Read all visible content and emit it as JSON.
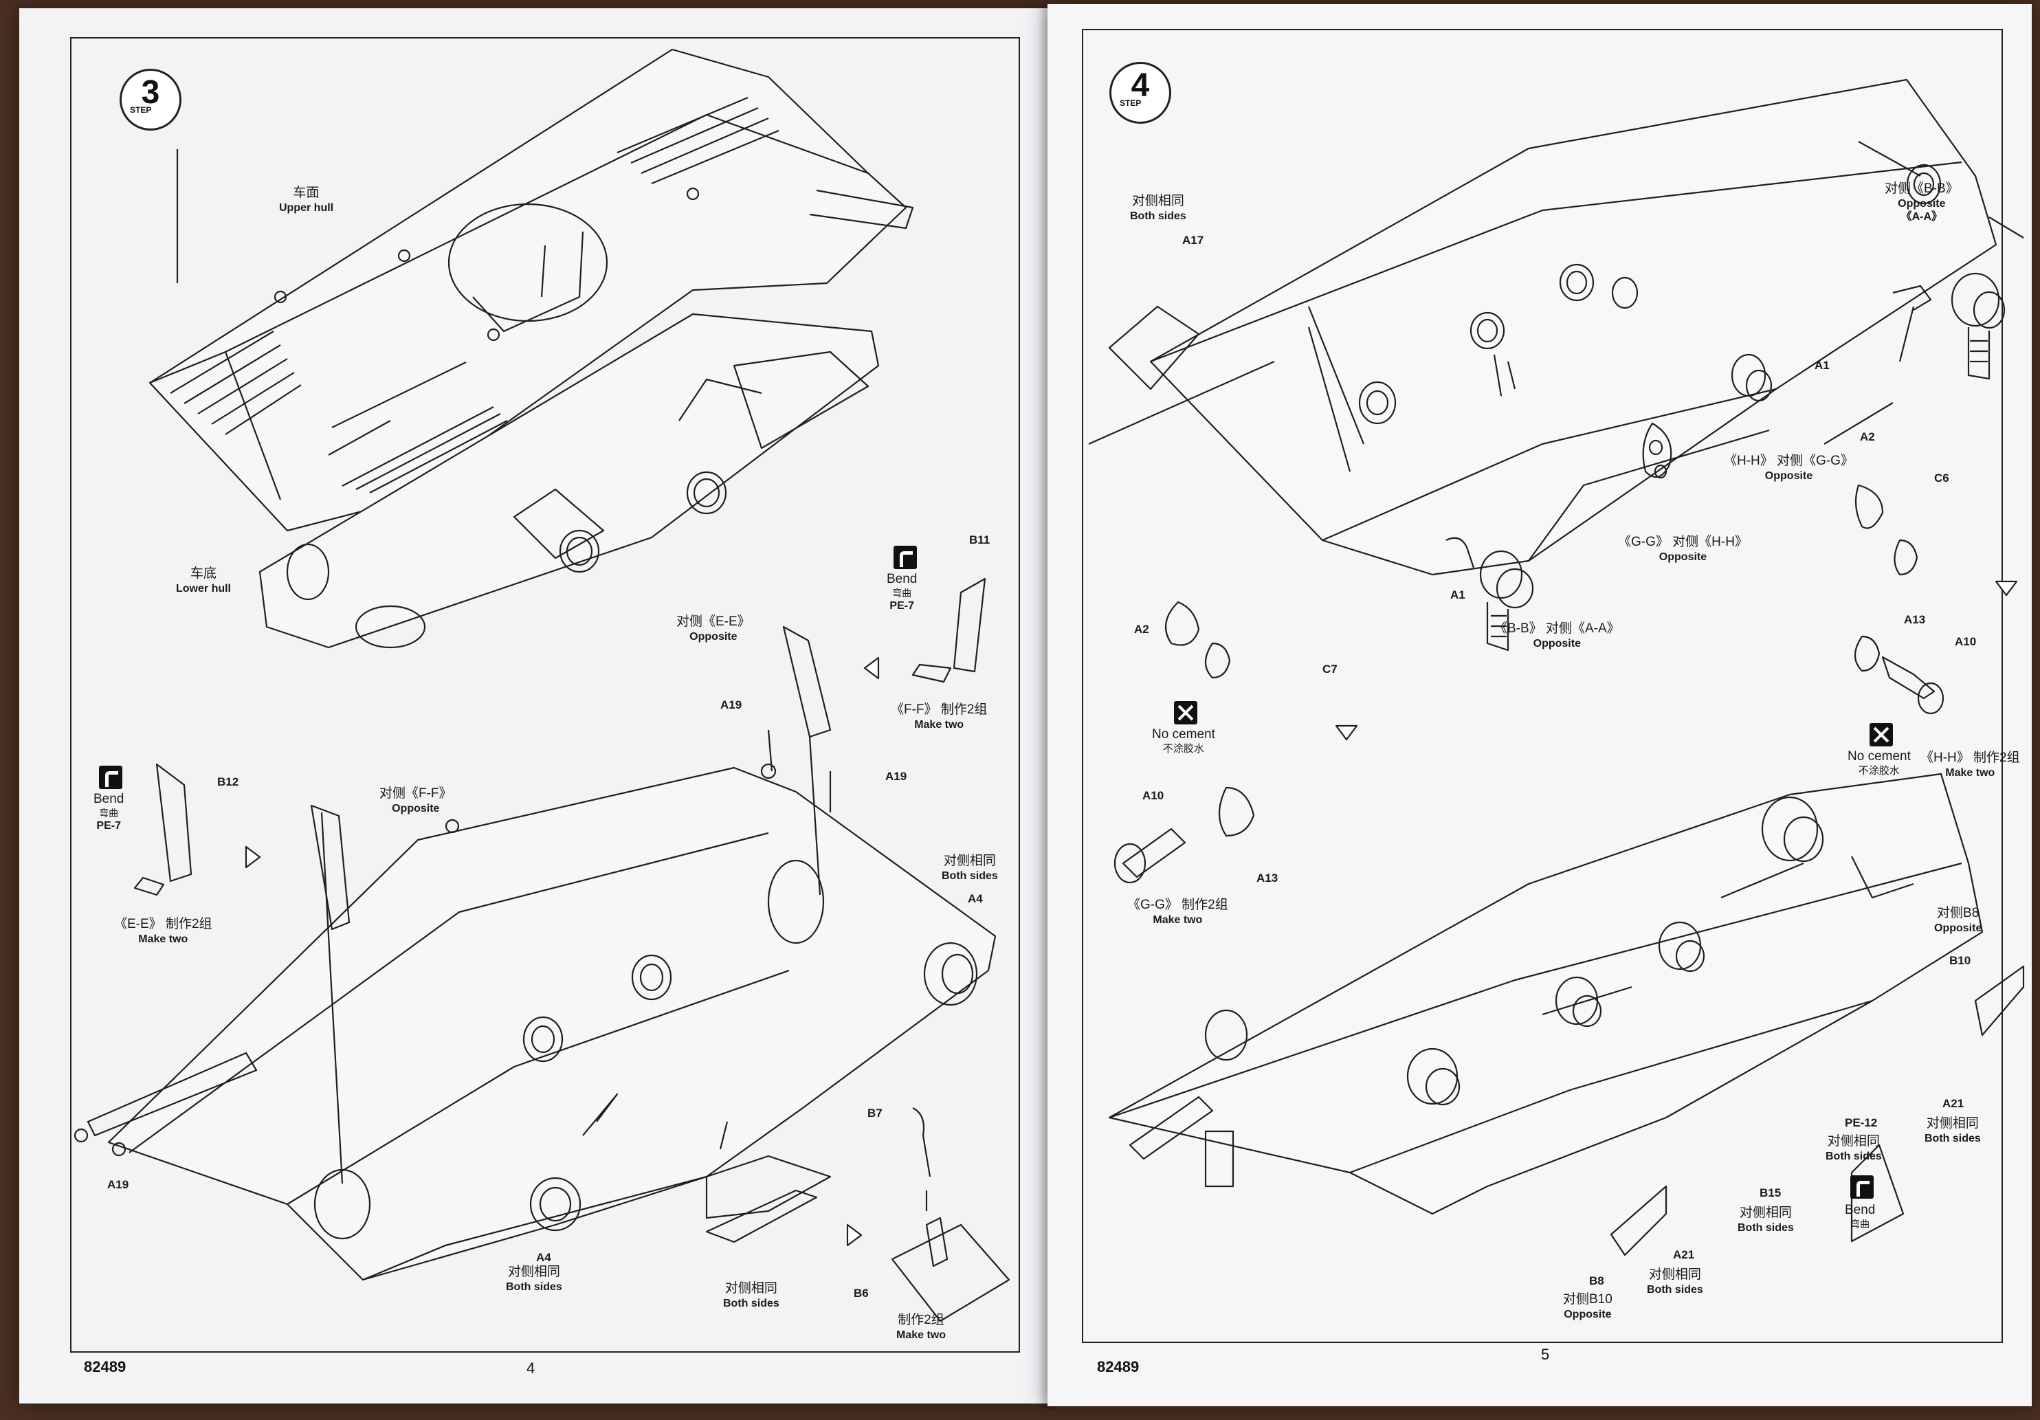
{
  "left_page": {
    "step": {
      "number": "3",
      "word": "STEP"
    },
    "labels": {
      "upper_hull": {
        "cn": "车面",
        "en": "Upper hull"
      },
      "lower_hull": {
        "cn": "车底",
        "en": "Lower hull"
      },
      "ee_opposite": {
        "cn": "对侧《E-E》",
        "en": "Opposite"
      },
      "ff_opposite": {
        "cn": "对侧《F-F》",
        "en": "Opposite"
      },
      "ff_make_two": {
        "cn": "《F-F》 制作2组",
        "en": "Make two"
      },
      "ee_make_two": {
        "cn": "《E-E》 制作2组",
        "en": "Make two"
      },
      "both_sides_a4": {
        "cn": "对侧相同",
        "en": "Both sides"
      },
      "both_sides_bottom_a4": {
        "cn": "对侧相同",
        "en": "Both sides"
      },
      "both_sides_bottom_mid": {
        "cn": "对侧相同",
        "en": "Both sides"
      },
      "b6_make_two": {
        "cn": "制作2组",
        "en": "Make two"
      }
    },
    "bend_notes": [
      {
        "en": "Bend",
        "cn": "弯曲",
        "part": "PE-7"
      },
      {
        "en": "Bend",
        "cn": "弯曲",
        "part": "PE-7"
      }
    ],
    "parts": {
      "b11": "B11",
      "b12": "B12",
      "a19_top": "A19",
      "a19_right": "A19",
      "a19_bottom": "A19",
      "a4_right": "A4",
      "a4_bottom": "A4",
      "b7": "B7",
      "b6": "B6"
    },
    "footer": {
      "code": "82489",
      "page": "4"
    }
  },
  "right_page": {
    "step": {
      "number": "4",
      "word": "STEP"
    },
    "labels": {
      "both_sides_a17": {
        "cn": "对侧相同",
        "en": "Both sides"
      },
      "bb_opposite": {
        "cn": "对侧《B-B》",
        "en": "Opposite",
        "sub": "《A-A》"
      },
      "hh_gg_opposite": {
        "cn": "《H-H》 对侧《G-G》",
        "en": "Opposite"
      },
      "gg_hh_opposite": {
        "cn": "《G-G》 对侧《H-H》",
        "en": "Opposite"
      },
      "bb_aa_opposite": {
        "cn": "《B-B》 对侧《A-A》",
        "en": "Opposite"
      },
      "gg_make_two": {
        "cn": "《G-G》 制作2组",
        "en": "Make two"
      },
      "hh_make_two": {
        "cn": "《H-H》 制作2组",
        "en": "Make two"
      },
      "b8_opposite": {
        "cn": "对侧B8",
        "en": "Opposite"
      },
      "a21_both_sides_right": {
        "cn": "对侧相同",
        "en": "Both sides"
      },
      "pe12_both_sides": {
        "cn": "对侧相同",
        "en": "Both sides"
      },
      "b15_both_sides": {
        "cn": "对侧相同",
        "en": "Both sides"
      },
      "a21_both_sides_bottom": {
        "cn": "对侧相同",
        "en": "Both sides"
      },
      "b10_opposite": {
        "cn": "对侧B10",
        "en": "Opposite"
      }
    },
    "no_cement_notes": [
      {
        "en": "No cement",
        "cn": "不涂胶水"
      },
      {
        "en": "No cement",
        "cn": "不涂胶水"
      }
    ],
    "bend_note": {
      "en": "Bend",
      "cn": "弯曲"
    },
    "parts": {
      "a17": "A17",
      "a1_right": "A1",
      "a1_left": "A1",
      "a2_left": "A2",
      "c7_left": "C7",
      "a2_right": "A2",
      "c6": "C6",
      "a13_right": "A13",
      "a10_right": "A10",
      "a10_left": "A10",
      "a13_left": "A13",
      "b10": "B10",
      "a21_right": "A21",
      "pe12": "PE-12",
      "b15": "B15",
      "a21_bottom": "A21",
      "b8": "B8"
    },
    "footer": {
      "code": "82489",
      "page": "5"
    }
  }
}
